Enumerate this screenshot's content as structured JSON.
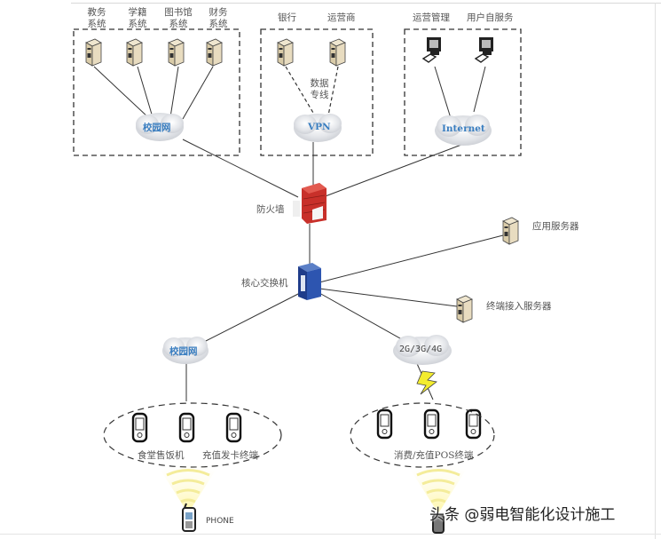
{
  "diagram": {
    "title": "",
    "groups": {
      "campus_systems": {
        "labels": [
          {
            "line1": "教务",
            "line2": "系统"
          },
          {
            "line1": "学籍",
            "line2": "系统"
          },
          {
            "line1": "图书馆",
            "line2": "系统"
          },
          {
            "line1": "财务",
            "line2": "系统"
          }
        ],
        "cloud": "校园网"
      },
      "vpn_group": {
        "labels": [
          "银行",
          "运营商"
        ],
        "line_label_1": "数据",
        "line_label_2": "专线",
        "cloud": "VPN"
      },
      "internet_group": {
        "labels": [
          "运营管理",
          "用户自服务"
        ],
        "cloud": "Internet"
      }
    },
    "firewall": "防火墙",
    "core_switch": "核心交换机",
    "app_server": "应用服务器",
    "terminal_server": "终端接入服务器",
    "lower_left": {
      "cloud": "校园网",
      "terminal_labels": [
        "食堂售饭机",
        "充值发卡终端"
      ]
    },
    "lower_right": {
      "cloud": "2G/3G/4G",
      "terminal_label": "消费/充值POS终端"
    },
    "phone_label": "PHONE",
    "watermark": "头条 @弱电智能化设计施工"
  }
}
